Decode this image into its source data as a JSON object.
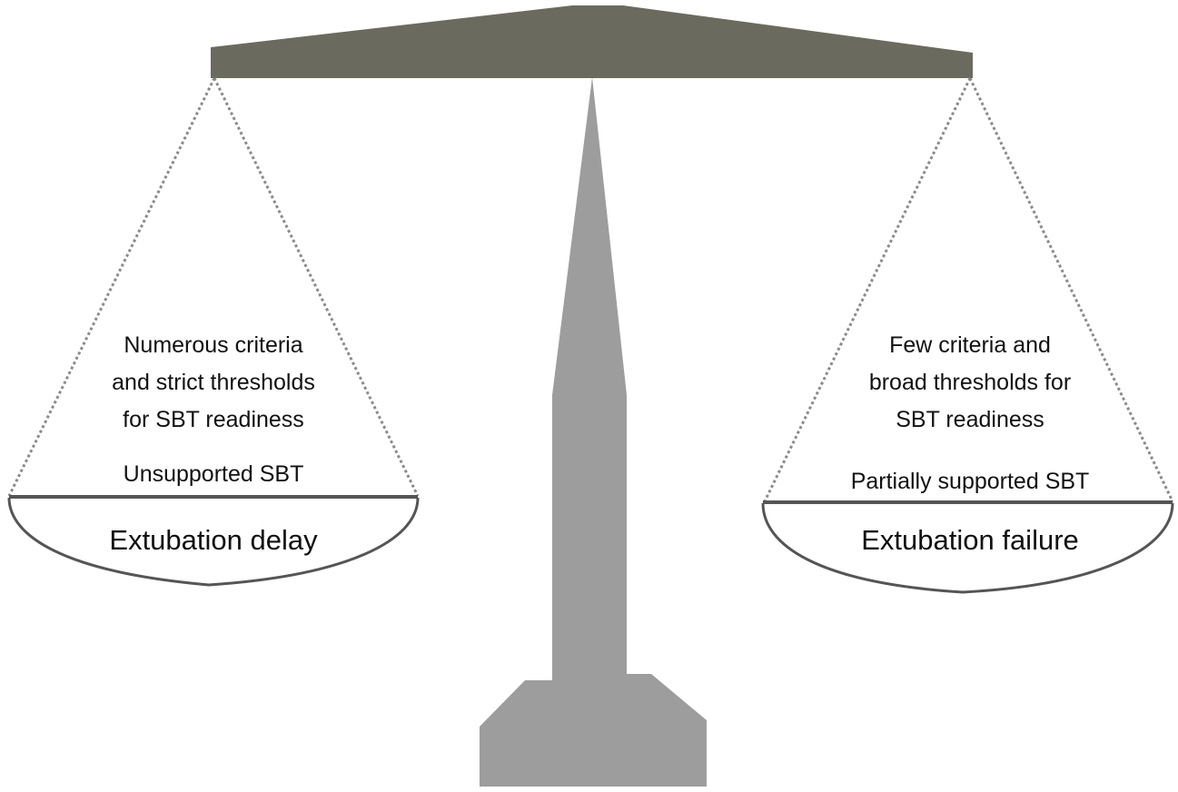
{
  "left_pan": {
    "criteria_lines": [
      "Numerous criteria",
      "and strict thresholds",
      "for SBT readiness"
    ],
    "sbt": "Unsupported SBT",
    "outcome": "Extubation delay"
  },
  "right_pan": {
    "criteria_lines": [
      "Few criteria and",
      "broad thresholds for",
      "SBT readiness"
    ],
    "sbt": "Partially supported SBT",
    "outcome": "Extubation failure"
  },
  "colors": {
    "beam": "#6b6a5e",
    "stand": "#9d9d9d",
    "pan_outline": "#555555",
    "chain": "#8a8a8a"
  }
}
